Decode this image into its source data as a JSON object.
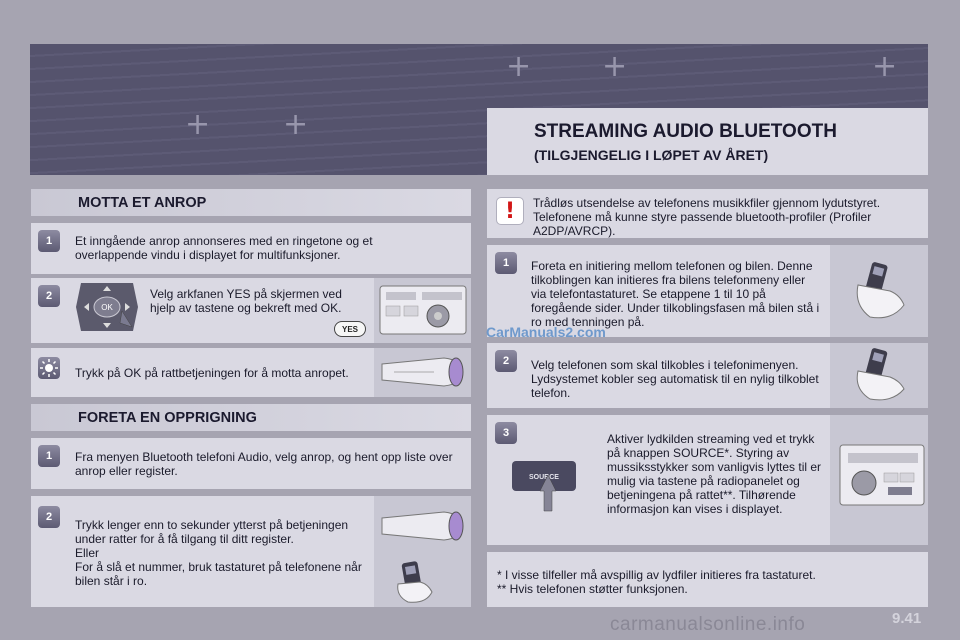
{
  "banner": {
    "title": "STREAMING AUDIO BLUETOOTH",
    "subtitle": "(TILGJENGELIG I LØPET AV ÅRET)"
  },
  "left": {
    "section1": {
      "header": "MOTTA ET ANROP",
      "step1": {
        "num": "1",
        "text": "Et inngående anrop annonseres med en ringetone og et overlappende vindu i displayet for multifunksjoner."
      },
      "step2": {
        "num": "2",
        "text": "Velg arkfanen YES på skjermen ved hjelp av tastene og bekreft med OK.",
        "yes_label": "YES",
        "ok_label": "OK"
      },
      "tip": {
        "text": "Trykk på OK på rattbetjeningen for å motta anropet."
      }
    },
    "section2": {
      "header": "FORETA EN OPPRIGNING",
      "step1": {
        "num": "1",
        "text": "Fra menyen Bluetooth telefoni Audio, velg anrop, og hent opp liste over anrop eller register."
      },
      "step2": {
        "num": "2",
        "text": "Trykk lenger enn to sekunder ytterst på betjeningen under ratter for å få tilgang til ditt register.",
        "or": "Eller",
        "text2": "For å slå et nummer, bruk tastaturet på telefonene når bilen står i ro."
      }
    }
  },
  "right": {
    "note": {
      "icon": "!",
      "text": "Trådløs utsendelse av telefonens musikkfiler gjennom lydutstyret. Telefonene må kunne styre passende bluetooth-profiler (Profiler A2DP/AVRCP)."
    },
    "step1": {
      "num": "1",
      "text": "Foreta en initiering mellom telefonen og bilen. Denne tilkoblingen kan initieres fra bilens telefonmeny eller via telefontastaturet. Se etappene 1 til 10 på foregående sider. Under tilkoblingsfasen må bilen stå i ro med tenningen på."
    },
    "step2": {
      "num": "2",
      "text": "Velg telefonen som skal tilkobles i telefonimenyen. Lydsystemet kobler seg automatisk til en nylig tilkoblet telefon."
    },
    "step3": {
      "num": "3",
      "text": "Aktiver lydkilden streaming ved et trykk på knappen SOURCE*. Styring av mussiksstykker som vanligvis lyttes til er mulig via tastene på radiopanelet og betjeningena på rattet**. Tilhørende informasjon kan vises i displayet.",
      "source_label": "SOURCE"
    },
    "footnote1": "* I visse tilfeller må avspillig av lydfiler initieres fra tastaturet.",
    "footnote2": "** Hvis telefonen støtter funksjonen."
  },
  "watermark": "CarManuals2.com",
  "footer_watermark": "carmanualsonline.info",
  "page_number": "9.41"
}
